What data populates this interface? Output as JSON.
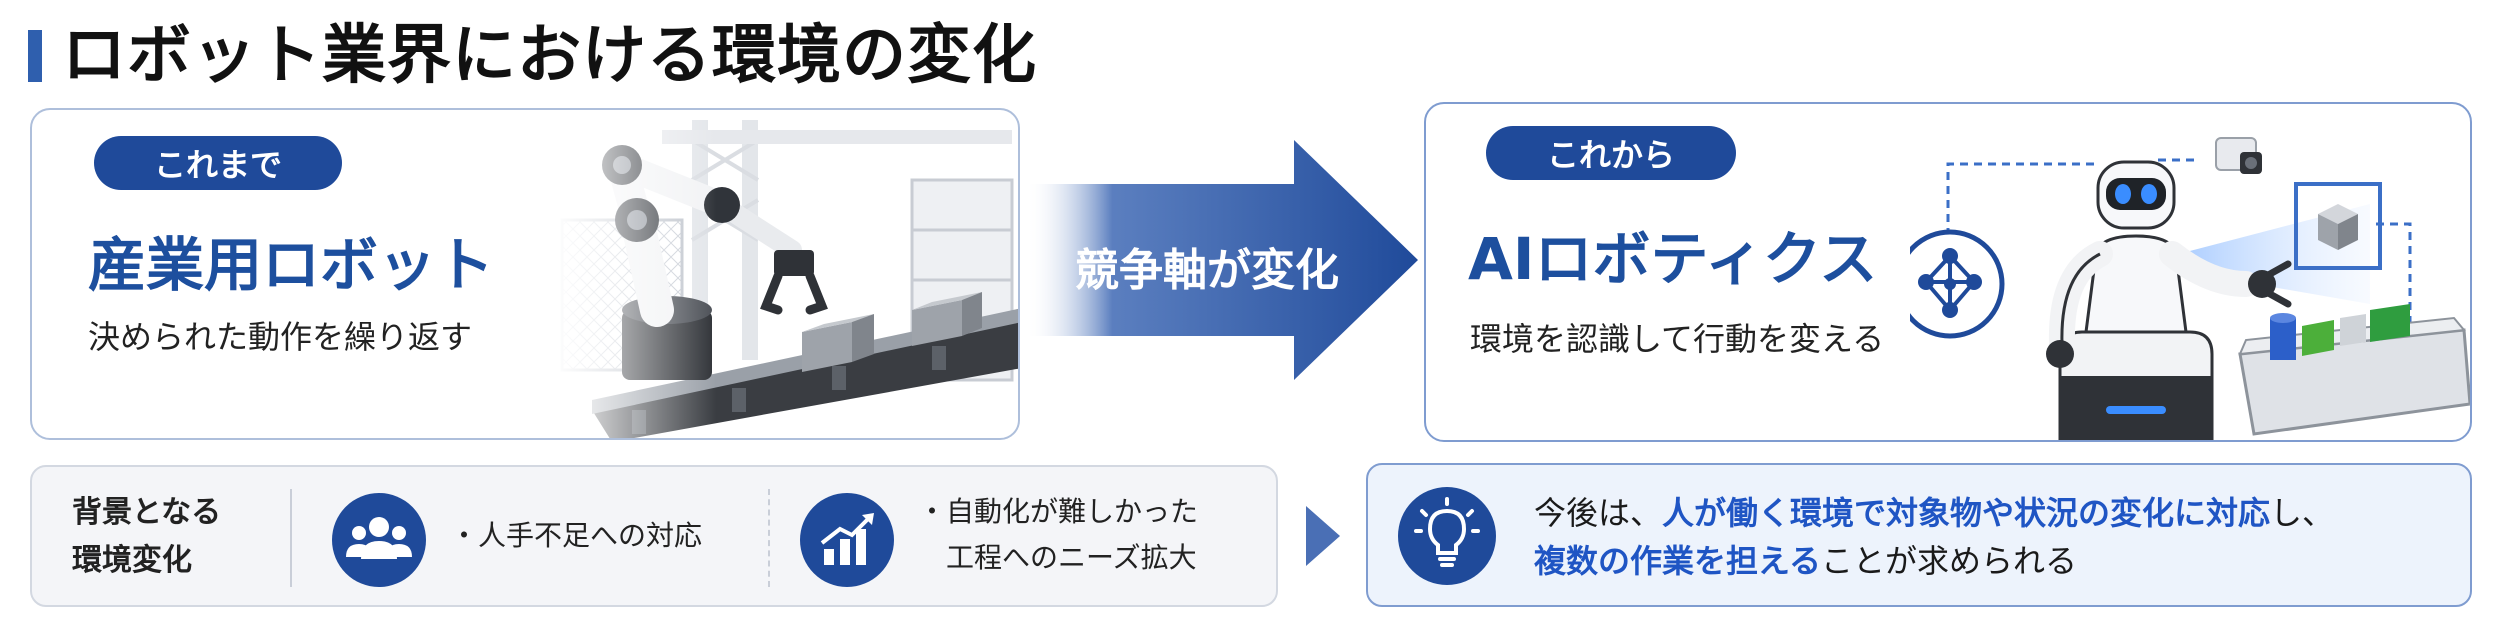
{
  "title": "ロボット業界における環境の変化",
  "before": {
    "tag": "これまで",
    "heading": "産業用ロボット",
    "description": "決められた動作を繰り返す"
  },
  "arrow": {
    "label": "競争軸が変化"
  },
  "after": {
    "tag": "これから",
    "heading": "AIロボティクス",
    "description": "環境を認識して行動を変える"
  },
  "background": {
    "label_line1": "背景となる",
    "label_line2": "環境変化",
    "point1": "・人手不足への対応",
    "point2_line1": "・自動化が難しかった",
    "point2_line2": "工程へのニーズ拡大"
  },
  "conclusion": {
    "part1": "今後は、",
    "highlight1": "人が働く環境で対象物や状況の変化に対応",
    "part2": "し、",
    "highlight2": "複数の作業を担える",
    "part3": "ことが求められる"
  },
  "colors": {
    "accent": "#1f4a9a",
    "heading_blue": "#1d4f9e",
    "highlight_blue": "#1f55c4"
  },
  "icons": {
    "people": "people-group-icon",
    "chart": "growth-chart-icon",
    "bulb": "lightbulb-icon",
    "network": "neural-network-icon"
  }
}
